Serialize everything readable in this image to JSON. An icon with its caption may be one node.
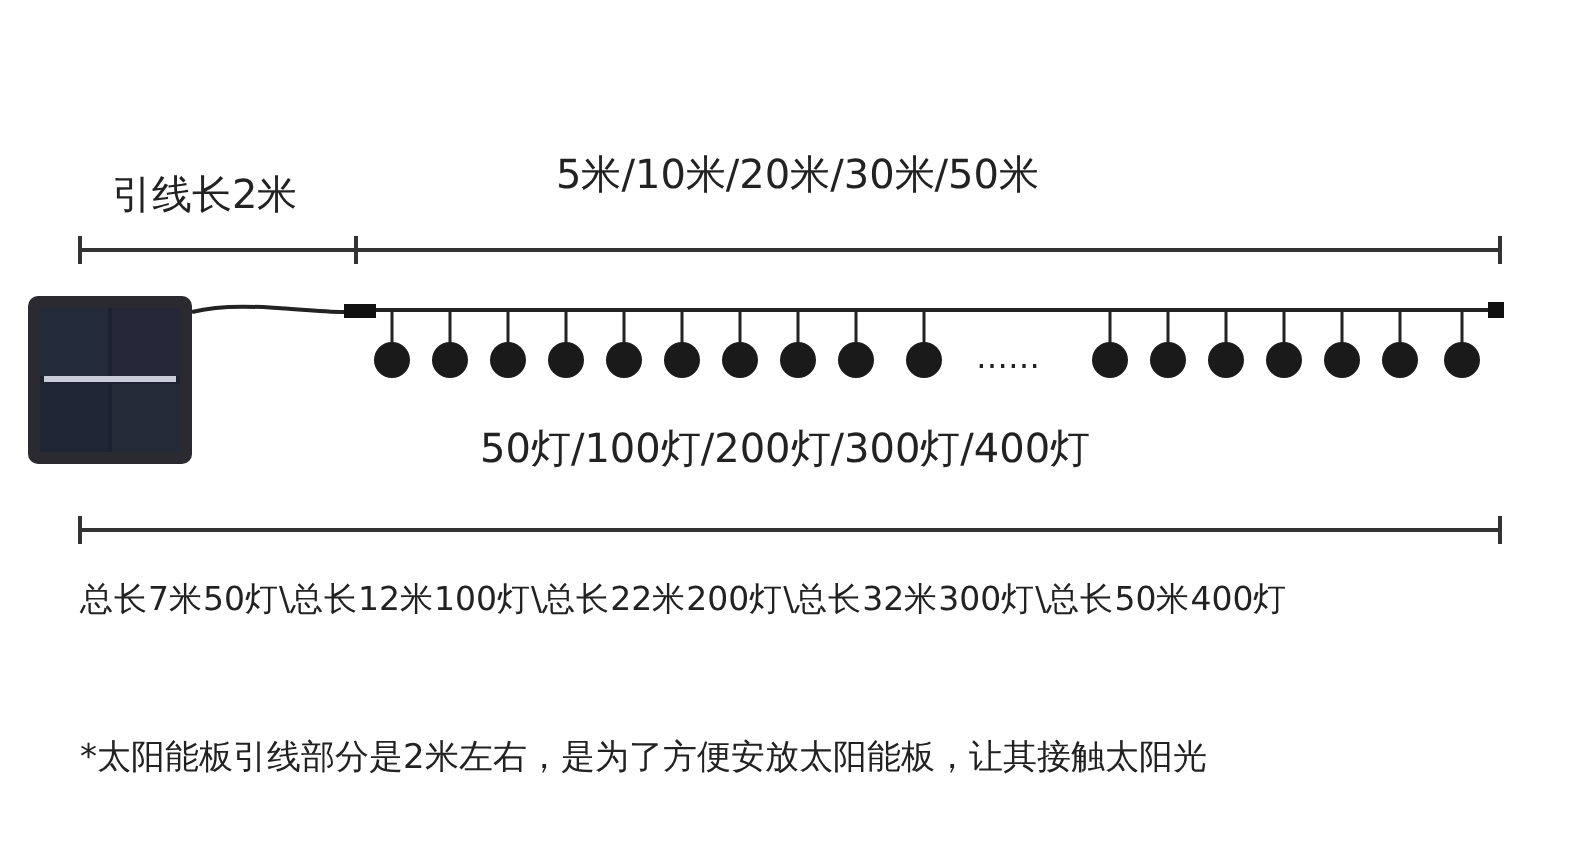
{
  "diagram": {
    "labels": [
      "引线长2米",
      "5米/10米/20米/30米/50米",
      "……",
      "50灯/100灯/200灯/300灯/400灯",
      "总长7米50灯\\总长12米100灯\\总长22米200灯\\总长32米300灯\\总长50米400灯",
      "*太阳能板引线部分是2米左右，是为了方便安放太阳能板，让其接触太阳光"
    ]
  }
}
